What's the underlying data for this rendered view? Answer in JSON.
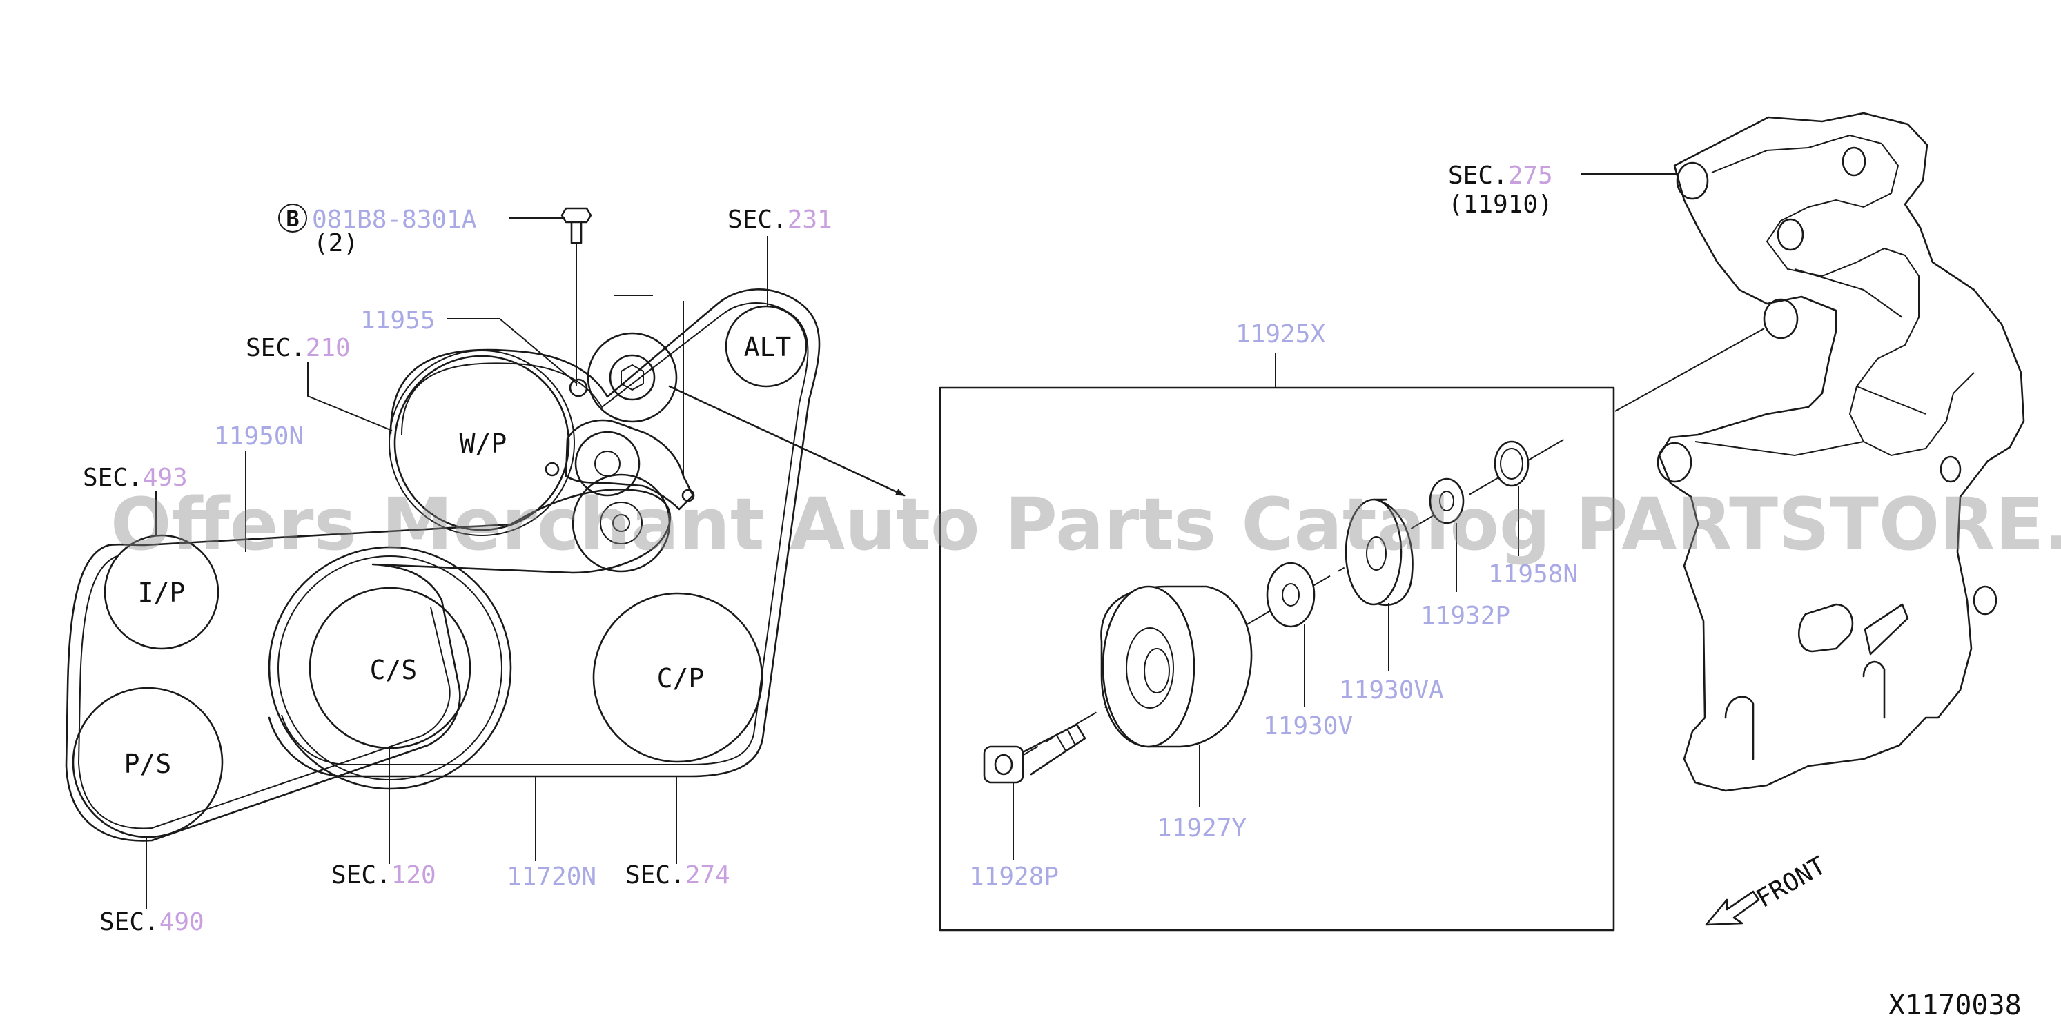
{
  "colors": {
    "line": "#1a1a1a",
    "ref_number": "#c8a0e0",
    "part_number": "#a9a9e6",
    "watermark": "#8a8a8a"
  },
  "watermark": "Offers Merchant Auto Parts Catalog PARTSTORE.SA",
  "diagram_code": "X1170038",
  "front_label": "FRONT",
  "box_label": "11925X",
  "bolt_callout": {
    "symbol": "B",
    "part": "081B8-8301A",
    "qty": "(2)"
  },
  "sections": [
    {
      "id": "sec-231",
      "prefix": "SEC.",
      "number": "231"
    },
    {
      "id": "sec-210",
      "prefix": "SEC.",
      "number": "210"
    },
    {
      "id": "sec-493",
      "prefix": "SEC.",
      "number": "493"
    },
    {
      "id": "sec-120",
      "prefix": "SEC.",
      "number": "120"
    },
    {
      "id": "sec-274",
      "prefix": "SEC.",
      "number": "274"
    },
    {
      "id": "sec-490",
      "prefix": "SEC.",
      "number": "490"
    },
    {
      "id": "sec-275",
      "prefix": "SEC.",
      "number": "275",
      "sub": "(11910)"
    }
  ],
  "pulleys": [
    "ALT",
    "W/P",
    "I/P",
    "C/S",
    "C/P",
    "P/S"
  ],
  "parts": [
    "11955",
    "11950N",
    "11720N",
    "11958N",
    "11932P",
    "11930VA",
    "11930V",
    "11927Y",
    "11928P"
  ]
}
